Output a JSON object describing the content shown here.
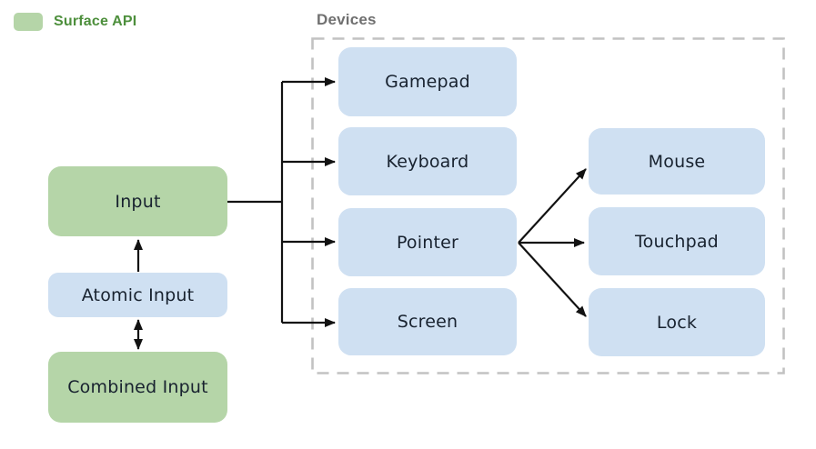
{
  "legend": {
    "label": "Surface API"
  },
  "devices_group": {
    "label": "Devices"
  },
  "nodes": {
    "input": {
      "label": "Input",
      "kind": "surface-api"
    },
    "atomic_input": {
      "label": "Atomic Input",
      "kind": "device-like"
    },
    "combined_input": {
      "label": "Combined Input",
      "kind": "surface-api"
    },
    "gamepad": {
      "label": "Gamepad",
      "kind": "device"
    },
    "keyboard": {
      "label": "Keyboard",
      "kind": "device"
    },
    "pointer": {
      "label": "Pointer",
      "kind": "device"
    },
    "screen": {
      "label": "Screen",
      "kind": "device"
    },
    "mouse": {
      "label": "Mouse",
      "kind": "device"
    },
    "touchpad": {
      "label": "Touchpad",
      "kind": "device"
    },
    "lock": {
      "label": "Lock",
      "kind": "device"
    }
  },
  "edges": [
    {
      "from": "Input",
      "to": "Gamepad",
      "arrow": "single"
    },
    {
      "from": "Input",
      "to": "Keyboard",
      "arrow": "single"
    },
    {
      "from": "Input",
      "to": "Pointer",
      "arrow": "single"
    },
    {
      "from": "Input",
      "to": "Screen",
      "arrow": "single"
    },
    {
      "from": "Pointer",
      "to": "Mouse",
      "arrow": "single"
    },
    {
      "from": "Pointer",
      "to": "Touchpad",
      "arrow": "single"
    },
    {
      "from": "Pointer",
      "to": "Lock",
      "arrow": "single"
    },
    {
      "from": "Atomic Input",
      "to": "Input",
      "arrow": "single"
    },
    {
      "from": "Atomic Input",
      "to": "Combined Input",
      "arrow": "double"
    }
  ],
  "colors": {
    "surface_api_green": "#b5d5a8",
    "device_blue": "#cfe0f2",
    "legend_text_green": "#4d8f3c",
    "group_label_gray": "#707070",
    "node_text_dark": "#18222f",
    "arrow_black": "#121212",
    "dashed_border_gray": "#c2c2c2"
  }
}
